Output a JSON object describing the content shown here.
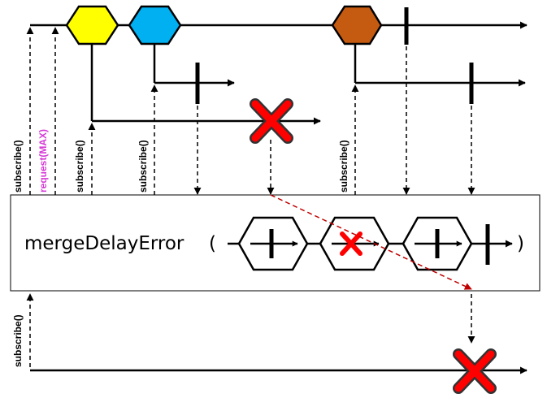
{
  "operator": {
    "name": "mergeDelayError",
    "open_paren": "(",
    "close_paren": ")"
  },
  "labels": {
    "subscribe": "subscribe()",
    "request": "request(MAX)"
  },
  "colors": {
    "yellow_item": "#ffff00",
    "blue_item": "#00b0f0",
    "orange_item": "#c55a11",
    "error_x": "#ff0000",
    "request_label": "#d63ad6",
    "dashed_error_path": "#c00000"
  },
  "icons": {
    "error": "error-x-icon",
    "completion": "completion-bar-icon"
  }
}
